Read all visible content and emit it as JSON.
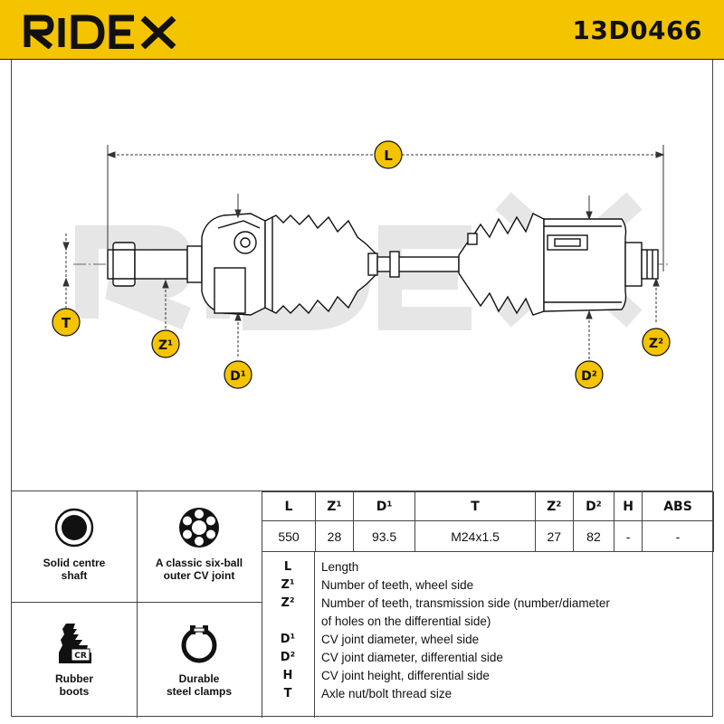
{
  "header": {
    "brand": "RIDEX",
    "part_number": "13D0466",
    "colors": {
      "accent": "#f5c400",
      "text": "#111111"
    }
  },
  "drawing": {
    "dimension_labels": {
      "L": "L",
      "T": "T",
      "Z1": "Z¹",
      "D1": "D¹",
      "D2": "D²",
      "Z2": "Z²"
    },
    "watermark": "RIDEX"
  },
  "features": [
    {
      "icon": "solid-shaft-icon",
      "label_line1": "Solid centre",
      "label_line2": "shaft"
    },
    {
      "icon": "six-ball-joint-icon",
      "label_line1": "A classic six-ball",
      "label_line2": "outer CV joint"
    },
    {
      "icon": "rubber-boot-icon",
      "label_line1": "Rubber",
      "label_line2": "boots",
      "badge": "CR"
    },
    {
      "icon": "steel-clamp-icon",
      "label_line1": "Durable",
      "label_line2": "steel clamps"
    }
  ],
  "spec_table": {
    "headers": [
      "L",
      "Z¹",
      "D¹",
      "T",
      "Z²",
      "D²",
      "H",
      "ABS"
    ],
    "values": [
      "550",
      "28",
      "93.5",
      "M24x1.5",
      "27",
      "82",
      "-",
      "-"
    ]
  },
  "legend": [
    {
      "key": "L",
      "desc": "Length"
    },
    {
      "key": "Z¹",
      "desc": "Number of teeth, wheel side"
    },
    {
      "key": "Z²",
      "desc": "Number of teeth, transmission side (number/diameter"
    },
    {
      "key": "",
      "desc": "of holes on the differential side)"
    },
    {
      "key": "D¹",
      "desc": "CV joint diameter, wheel side"
    },
    {
      "key": "D²",
      "desc": "CV joint diameter, differential side"
    },
    {
      "key": "H",
      "desc": "CV joint height, differential side"
    },
    {
      "key": "T",
      "desc": "Axle nut/bolt thread size"
    }
  ]
}
